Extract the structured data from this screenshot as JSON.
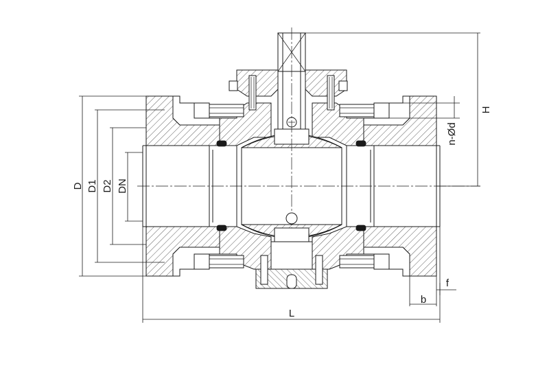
{
  "dimensions": {
    "D": "D",
    "D1": "D1",
    "D2": "D2",
    "DN": "DN",
    "H": "H",
    "n_od": "n-Ød",
    "f": "f",
    "b": "b",
    "L": "L"
  }
}
